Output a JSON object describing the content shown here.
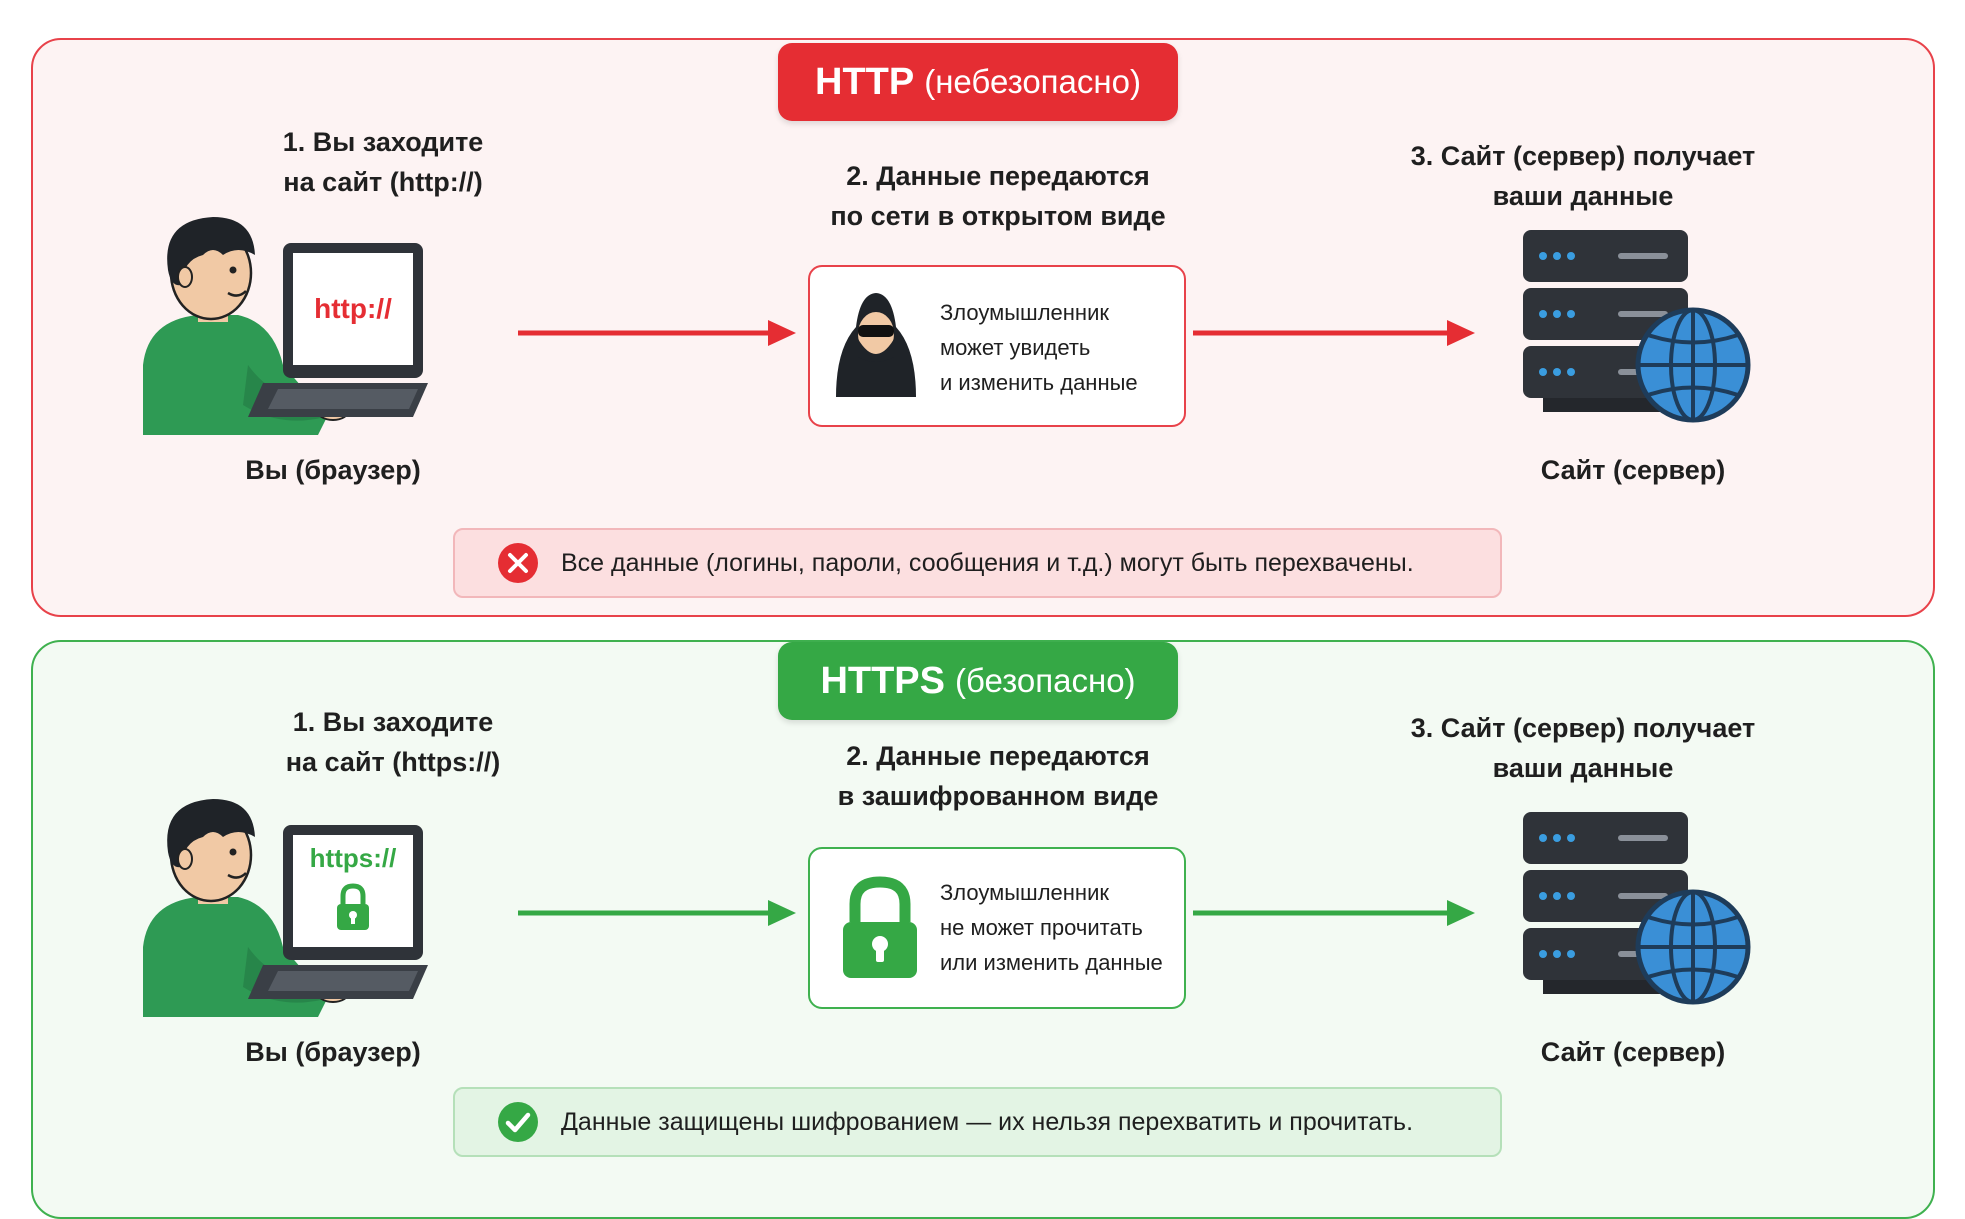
{
  "colors": {
    "danger": "#e52d33",
    "safe": "#35a845",
    "server": "#2f3339",
    "globe": "#3a8fd6",
    "shirt": "#2e9a54"
  },
  "http_panel": {
    "title_main": "HTTP",
    "title_sub": "(небезопасно)",
    "step1": "1. Вы заходите\nна сайт (http://)",
    "step2": "2. Данные передаются\nпо сети в открытом виде",
    "step3": "3. Сайт (сервер) получает\nваши данные",
    "screen_text": "http://",
    "client_label": "Вы (браузер)",
    "server_label": "Сайт (сервер)",
    "threat_text": "Злоумышленник\nможет увидеть\nи изменить данные",
    "threat_icon": "hacker-icon",
    "notice_icon": "x-circle-icon",
    "notice_text": "Все данные (логины, пароли, сообщения и т.д.) могут быть перехвачены."
  },
  "https_panel": {
    "title_main": "HTTPS",
    "title_sub": "(безопасно)",
    "step1": "1. Вы заходите\nна сайт (https://)",
    "step2": "2. Данные передаются\nв зашифрованном виде",
    "step3": "3. Сайт (сервер) получает\nваши данные",
    "screen_text": "https://",
    "client_label": "Вы (браузер)",
    "server_label": "Сайт (сервер)",
    "threat_text": "Злоумышленник\nне может прочитать\nили изменить данные",
    "threat_icon": "lock-icon",
    "notice_icon": "check-circle-icon",
    "notice_text": "Данные защищены шифрованием — их нельзя перехватить и прочитать."
  }
}
